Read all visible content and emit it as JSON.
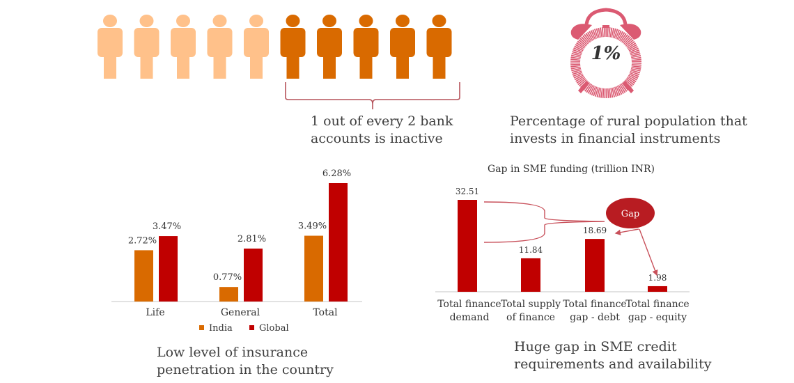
{
  "people_graphic": {
    "total": 10,
    "highlighted": 5,
    "light_color": "#FFC18A",
    "dark_color": "#D96A00",
    "bracket_color": "#B5525A",
    "caption_line1": "1 out of every 2 bank",
    "caption_line2": "accounts is inactive"
  },
  "clock_graphic": {
    "value_label": "1%",
    "color": "#DB5A72",
    "caption_line1": "Percentage of rural population that",
    "caption_line2": "invests in financial instruments"
  },
  "chart_data": [
    {
      "type": "bar",
      "title": "",
      "categories": [
        "Life",
        "General",
        "Total"
      ],
      "series": [
        {
          "name": "India",
          "values": [
            2.72,
            0.77,
            3.49
          ],
          "labels": [
            "2.72%",
            "0.77%",
            "3.49%"
          ],
          "color": "#D96A00"
        },
        {
          "name": "Global",
          "values": [
            3.47,
            2.81,
            6.28
          ],
          "labels": [
            "3.47%",
            "2.81%",
            "6.28%"
          ],
          "color": "#C00000"
        }
      ],
      "xlabel": "",
      "ylabel": "",
      "ylim": [
        0,
        6.28
      ],
      "grid": false,
      "legend": "bottom",
      "caption_line1": "Low level of insurance",
      "caption_line2": "penetration in the country"
    },
    {
      "type": "bar",
      "title": "Gap in SME funding (trillion INR)",
      "categories": [
        [
          "Total finance",
          "demand"
        ],
        [
          "Total supply",
          "of finance"
        ],
        [
          "Total finance",
          "gap - debt"
        ],
        [
          "Total finance",
          "gap - equity"
        ]
      ],
      "values": [
        32.51,
        11.84,
        18.69,
        1.98
      ],
      "labels": [
        "32.51",
        "11.84",
        "18.69",
        "1.98"
      ],
      "color": "#C00000",
      "annotation": "Gap",
      "annotation_color": "#B81C22",
      "xlabel": "",
      "ylabel": "",
      "ylim": [
        0,
        32.51
      ],
      "grid": false,
      "legend": "none",
      "caption_line1": "Huge gap in SME credit",
      "caption_line2": "requirements and availability"
    }
  ]
}
